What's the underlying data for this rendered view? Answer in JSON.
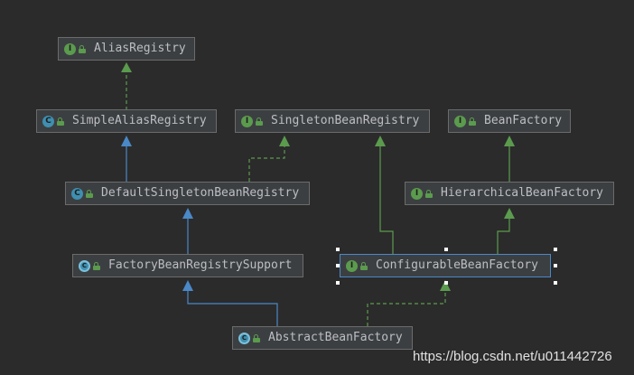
{
  "nodes": {
    "alias_registry": {
      "label": "AliasRegistry",
      "kind": "I"
    },
    "simple_alias_registry": {
      "label": "SimpleAliasRegistry",
      "kind": "C"
    },
    "singleton_bean_registry": {
      "label": "SingletonBeanRegistry",
      "kind": "I"
    },
    "bean_factory": {
      "label": "BeanFactory",
      "kind": "I"
    },
    "default_singleton_bean_registry": {
      "label": "DefaultSingletonBeanRegistry",
      "kind": "C"
    },
    "hierarchical_bean_factory": {
      "label": "HierarchicalBeanFactory",
      "kind": "I"
    },
    "factory_bean_registry_support": {
      "label": "FactoryBeanRegistrySupport",
      "kind": "C"
    },
    "configurable_bean_factory": {
      "label": "ConfigurableBeanFactory",
      "kind": "I"
    },
    "abstract_bean_factory": {
      "label": "AbstractBeanFactory",
      "kind": "C"
    }
  },
  "edges": [
    {
      "from": "simple_alias_registry",
      "to": "alias_registry",
      "type": "implements"
    },
    {
      "from": "default_singleton_bean_registry",
      "to": "simple_alias_registry",
      "type": "extends"
    },
    {
      "from": "default_singleton_bean_registry",
      "to": "singleton_bean_registry",
      "type": "implements"
    },
    {
      "from": "factory_bean_registry_support",
      "to": "default_singleton_bean_registry",
      "type": "extends"
    },
    {
      "from": "abstract_bean_factory",
      "to": "factory_bean_registry_support",
      "type": "extends"
    },
    {
      "from": "abstract_bean_factory",
      "to": "configurable_bean_factory",
      "type": "implements"
    },
    {
      "from": "configurable_bean_factory",
      "to": "singleton_bean_registry",
      "type": "extends-interface"
    },
    {
      "from": "configurable_bean_factory",
      "to": "hierarchical_bean_factory",
      "type": "extends-interface"
    },
    {
      "from": "hierarchical_bean_factory",
      "to": "bean_factory",
      "type": "extends-interface"
    }
  ],
  "colors": {
    "background": "#2b2b2b",
    "node_fill": "#3c3f41",
    "node_border": "#6b6b6b",
    "selected_border": "#4a88c7",
    "interface_badge": "#5b9b4e",
    "class_badge": "#3f8fb0",
    "extends_edge": "#4a88c7",
    "implements_edge": "#5b9b4e"
  },
  "selected_node": "configurable_bean_factory",
  "watermark": "https://blog.csdn.net/u011442726"
}
